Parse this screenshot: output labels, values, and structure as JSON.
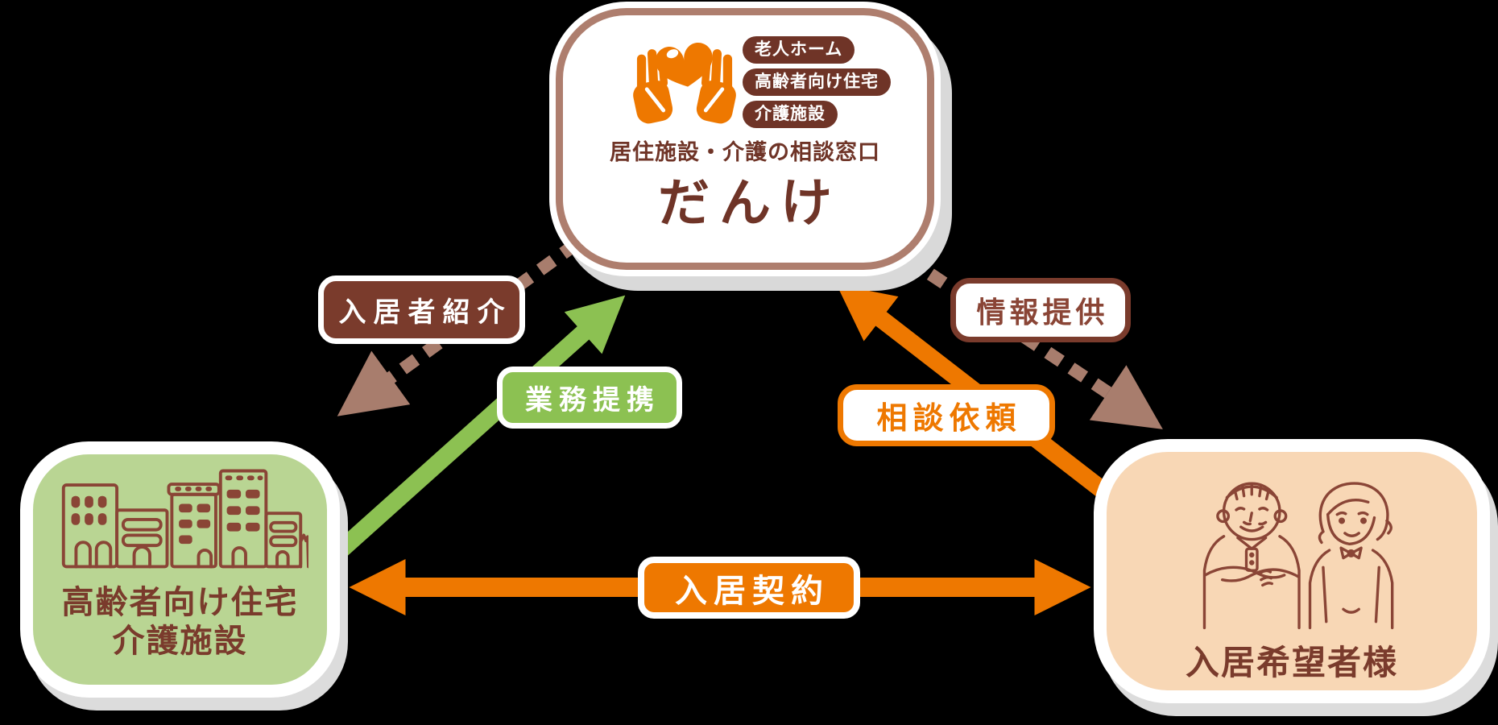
{
  "diagram": {
    "danke": {
      "badges": [
        "老人ホーム",
        "高齢者向け住宅",
        "介護施設"
      ],
      "subtitle": "居住施設・介護の相談窓口",
      "title": "だんけ",
      "icon": "hands-holding-heart-icon"
    },
    "facilities": {
      "name_line1": "高齢者向け住宅",
      "name_line2": "介護施設",
      "illustration": "buildings-line-art"
    },
    "applicants": {
      "name": "入居希望者様",
      "illustration": "elderly-couple-line-art"
    },
    "relations": {
      "referral": "入居者紹介",
      "partnership": "業務提携",
      "information": "情報提供",
      "consultation": "相談依頼",
      "contract": "入居契約"
    },
    "colors": {
      "orange": "#ee7800",
      "green": "#8cc152",
      "green_box_fill": "#b9d593",
      "peach_box_fill": "#f8d7b5",
      "dark_brown": "#6f3427",
      "maroon_line_art": "#8a4536",
      "dashed_arrow_brown": "#a87d6d",
      "danke_border": "#ae7e6e",
      "shadow_gray": "#d9d9d9"
    }
  }
}
